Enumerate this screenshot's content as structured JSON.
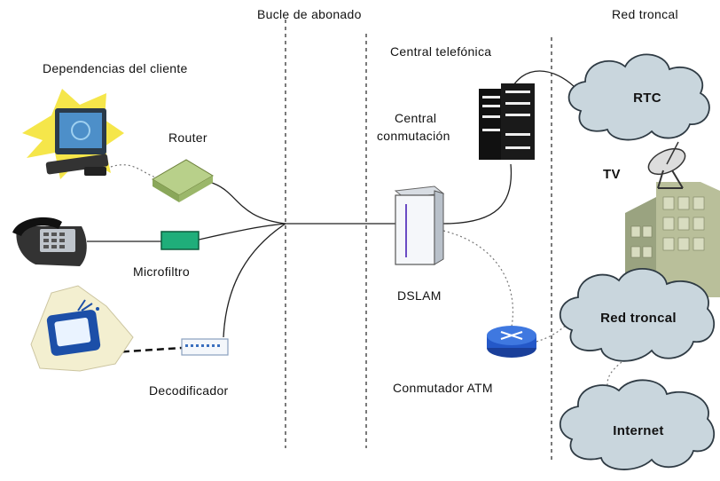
{
  "zones": {
    "loop": "Bucle de abonado",
    "trunk": "Red troncal",
    "customer": "Dependencias del cliente",
    "exchange": "Central telefónica"
  },
  "devices": {
    "router": "Router",
    "microfilter": "Microfiltro",
    "decoder": "Decodificador",
    "switching_office_line1": "Central",
    "switching_office_line2": "conmutación",
    "dslam": "DSLAM",
    "atm_switch": "Conmutador ATM",
    "tv": "TV"
  },
  "clouds": {
    "pstn": "RTC",
    "backbone": "Red troncal",
    "internet": "Internet"
  },
  "colors": {
    "cloud_fill": "#c9d6dd",
    "router_fill": "#b8d08a",
    "filter_fill": "#1fae7a",
    "atm_fill": "#2458c8",
    "tv_burst": "#f5e64a"
  }
}
